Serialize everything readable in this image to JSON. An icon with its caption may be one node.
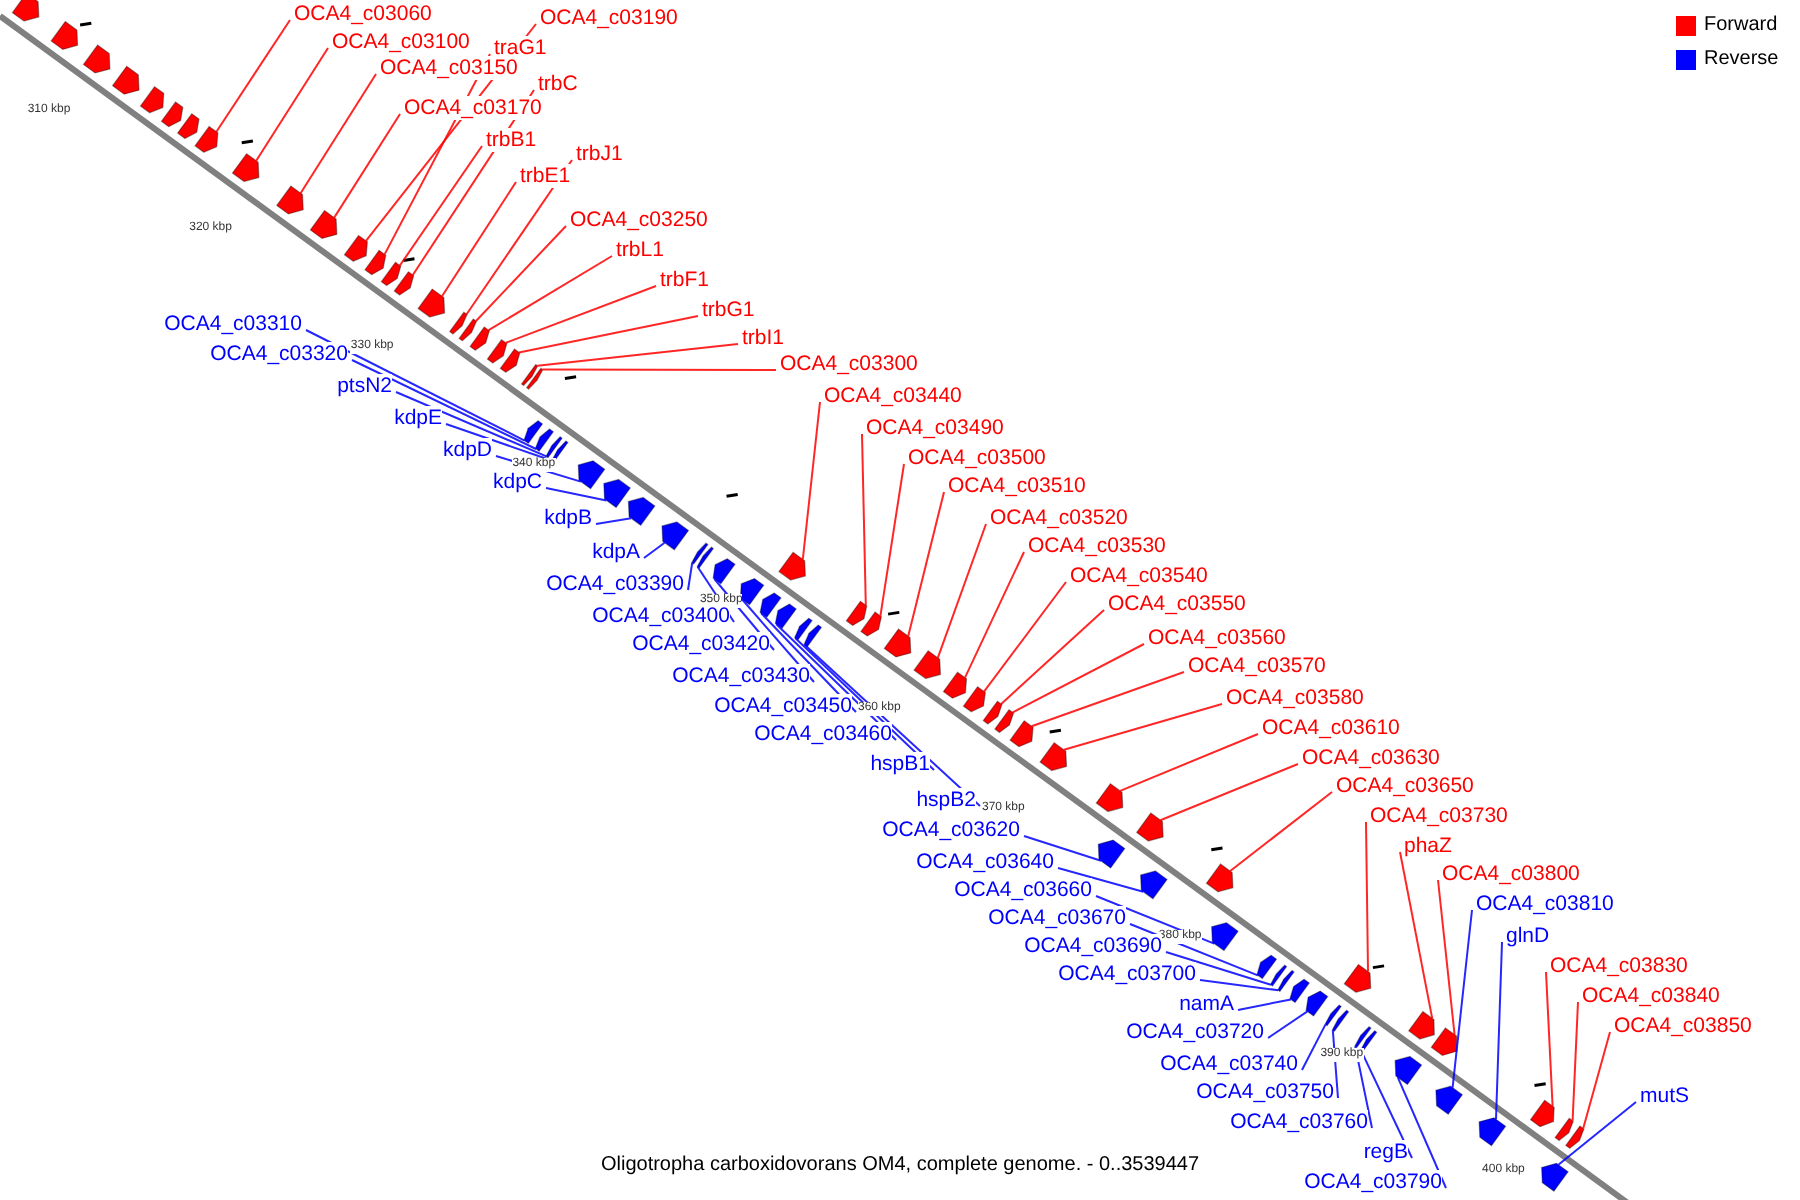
{
  "diagram": {
    "caption": "Oligotropha carboxidovorans OM4, complete genome. - 0..3539447",
    "nodes": [
      {
        "text": [
          "OCA4_c03060"
        ]
      },
      {
        "text": [
          "OCA4_c03100"
        ]
      },
      {
        "text": [
          "OCA4_c03190"
        ]
      },
      {
        "text": [
          "traG1"
        ]
      },
      {
        "text": [
          "OCA4_c03150"
        ]
      },
      {
        "text": [
          "trbC"
        ]
      },
      {
        "text": [
          "OCA4_c03170"
        ]
      },
      {
        "text": [
          "trbB1"
        ]
      },
      {
        "text": [
          "trbJ1"
        ]
      },
      {
        "text": [
          "trbE1"
        ]
      },
      {
        "text": [
          "OCA4_c03250"
        ]
      },
      {
        "text": [
          "trbL1"
        ]
      },
      {
        "text": [
          "trbF1"
        ]
      },
      {
        "text": [
          "trbG1"
        ]
      },
      {
        "text": [
          "trbI1"
        ]
      },
      {
        "text": [
          "OCA4_c03300"
        ]
      },
      {
        "text": [
          "OCA4_c03440"
        ]
      },
      {
        "text": [
          "OCA4_c03490"
        ]
      },
      {
        "text": [
          "OCA4_c03500"
        ]
      },
      {
        "text": [
          "OCA4_c03510"
        ]
      },
      {
        "text": [
          "OCA4_c03520"
        ]
      },
      {
        "text": [
          "OCA4_c03530"
        ]
      },
      {
        "text": [
          "OCA4_c03540"
        ]
      },
      {
        "text": [
          "OCA4_c03550"
        ]
      },
      {
        "text": [
          "OCA4_c03560"
        ]
      },
      {
        "text": [
          "OCA4_c03570"
        ]
      },
      {
        "text": [
          "OCA4_c03580"
        ]
      },
      {
        "text": [
          "OCA4_c03610"
        ]
      },
      {
        "text": [
          "OCA4_c03630"
        ]
      },
      {
        "text": [
          "OCA4_c03650"
        ]
      },
      {
        "text": [
          "OCA4_c03730"
        ]
      },
      {
        "text": [
          "phaZ"
        ]
      },
      {
        "text": [
          "OCA4_c03800"
        ]
      },
      {
        "text": [
          "OCA4_c03830"
        ]
      },
      {
        "text": [
          "OCA4_c03840"
        ]
      },
      {
        "text": [
          "OCA4_c03850"
        ]
      },
      {
        "text": [
          "OCA4_c03310"
        ]
      },
      {
        "text": [
          "OCA4_c03320"
        ]
      },
      {
        "text": [
          "ptsN2"
        ]
      },
      {
        "text": [
          "kdpE"
        ]
      },
      {
        "text": [
          "kdpD"
        ]
      },
      {
        "text": [
          "kdpC"
        ]
      },
      {
        "text": [
          "kdpB"
        ]
      },
      {
        "text": [
          "kdpA"
        ]
      },
      {
        "text": [
          "OCA4_c03390"
        ]
      },
      {
        "text": [
          "OCA4_c03400"
        ]
      },
      {
        "text": [
          "OCA4_c03420"
        ]
      },
      {
        "text": [
          "OCA4_c03430"
        ]
      },
      {
        "text": [
          "OCA4_c03450"
        ]
      },
      {
        "text": [
          "OCA4_c03460"
        ]
      },
      {
        "text": [
          "hspB1"
        ]
      },
      {
        "text": [
          "hspB2"
        ]
      },
      {
        "text": [
          "OCA4_c03620"
        ]
      },
      {
        "text": [
          "OCA4_c03640"
        ]
      },
      {
        "text": [
          "OCA4_c03660"
        ]
      },
      {
        "text": [
          "OCA4_c03670"
        ]
      },
      {
        "text": [
          "OCA4_c03690"
        ]
      },
      {
        "text": [
          "OCA4_c03700"
        ]
      },
      {
        "text": [
          "namA"
        ]
      },
      {
        "text": [
          "OCA4_c03720"
        ]
      },
      {
        "text": [
          "OCA4_c03740"
        ]
      },
      {
        "text": [
          "OCA4_c03750"
        ]
      },
      {
        "text": [
          "OCA4_c03760"
        ]
      },
      {
        "text": [
          "regB"
        ]
      },
      {
        "text": [
          "OCA4_c03790"
        ]
      },
      {
        "text": [
          "OCA4_c03810"
        ]
      },
      {
        "text": [
          "glnD"
        ]
      },
      {
        "text": [
          "mutS"
        ]
      },
      {
        "text": [],
        "shape": "arrow"
      },
      {
        "text": [],
        "shape": "arrow"
      },
      {
        "text": [],
        "shape": "arrow"
      },
      {
        "text": [],
        "shape": "arrow"
      },
      {
        "text": [],
        "shape": "arrow"
      },
      {
        "text": [],
        "shape": "arrow"
      },
      {
        "text": [],
        "shape": "arrow"
      },
      {
        "text": [],
        "shape": "arrow"
      },
      {
        "text": [],
        "shape": "arrow"
      },
      {
        "text": [],
        "shape": "arrow"
      },
      {
        "text": [],
        "shape": "arrow"
      },
      {
        "text": [],
        "shape": "arrow"
      },
      {
        "text": [],
        "shape": "arrow"
      },
      {
        "text": [],
        "shape": "arrow"
      },
      {
        "text": [],
        "shape": "arrow"
      },
      {
        "text": [],
        "shape": "arrow"
      },
      {
        "text": [],
        "shape": "arrow"
      },
      {
        "text": [],
        "shape": "arrow"
      },
      {
        "text": [],
        "shape": "arrow"
      },
      {
        "text": [],
        "shape": "arrow"
      },
      {
        "text": [],
        "shape": "arrow"
      },
      {
        "text": [],
        "shape": "arrow"
      },
      {
        "text": [],
        "shape": "arrow"
      },
      {
        "text": [],
        "shape": "arrow"
      },
      {
        "text": [],
        "shape": "arrow"
      },
      {
        "text": [],
        "shape": "arrow"
      },
      {
        "text": [],
        "shape": "arrow"
      },
      {
        "text": [],
        "shape": "arrow"
      },
      {
        "text": [],
        "shape": "arrow"
      },
      {
        "text": [],
        "shape": "arrow"
      },
      {
        "text": [],
        "shape": "arrow"
      },
      {
        "text": [],
        "shape": "arrow"
      },
      {
        "text": [],
        "shape": "arrow"
      },
      {
        "text": [],
        "shape": "arrow"
      },
      {
        "text": [],
        "shape": "arrow"
      },
      {
        "text": [],
        "shape": "arrow"
      },
      {
        "text": [],
        "shape": "arrow"
      },
      {
        "text": [],
        "shape": "arrow"
      },
      {
        "text": [],
        "shape": "arrow"
      },
      {
        "text": [],
        "shape": "arrow"
      },
      {
        "text": [],
        "shape": "arrow"
      },
      {
        "text": [],
        "shape": "arrow"
      },
      {
        "text": [],
        "shape": "arrow"
      },
      {
        "text": [],
        "shape": "arrow"
      },
      {
        "text": [],
        "shape": "arrow"
      },
      {
        "text": [],
        "shape": "arrow"
      },
      {
        "text": [],
        "shape": "arrow"
      },
      {
        "text": [],
        "shape": "arrow"
      },
      {
        "text": [],
        "shape": "arrow"
      },
      {
        "text": [],
        "shape": "arrow"
      },
      {
        "text": [],
        "shape": "arrow"
      },
      {
        "text": [],
        "shape": "arrow"
      },
      {
        "text": [],
        "shape": "arrow"
      },
      {
        "text": [],
        "shape": "arrow"
      },
      {
        "text": [],
        "shape": "arrow"
      },
      {
        "text": [],
        "shape": "arrow"
      },
      {
        "text": [],
        "shape": "arrow"
      },
      {
        "text": [],
        "shape": "arrow"
      },
      {
        "text": [],
        "shape": "arrow"
      },
      {
        "text": [],
        "shape": "arrow"
      },
      {
        "text": [],
        "shape": "arrow"
      },
      {
        "text": [],
        "shape": "arrow"
      },
      {
        "text": [],
        "shape": "arrow"
      },
      {
        "text": [],
        "shape": "arrow"
      },
      {
        "text": [],
        "shape": "arrow"
      },
      {
        "text": [],
        "shape": "arrow"
      },
      {
        "text": [],
        "shape": "arrow"
      },
      {
        "text": [],
        "shape": "arrow"
      },
      {
        "text": [],
        "shape": "arrow"
      },
      {
        "text": [],
        "shape": "arrow"
      },
      {
        "text": [],
        "shape": "arrow"
      },
      {
        "text": [],
        "shape": "arrow"
      },
      {
        "text": [],
        "shape": "arrow"
      },
      {
        "text": [],
        "shape": "arrow"
      },
      {
        "text": [],
        "shape": "arrow"
      }
    ],
    "edges": [
      {
        "from": 0,
        "to": 68,
        "arrow": "none"
      },
      {
        "from": 1,
        "to": 69,
        "arrow": "none"
      },
      {
        "from": 2,
        "to": 70,
        "arrow": "none"
      },
      {
        "from": 3,
        "to": 71,
        "arrow": "none"
      },
      {
        "from": 4,
        "to": 72,
        "arrow": "none"
      },
      {
        "from": 5,
        "to": 73,
        "arrow": "none"
      },
      {
        "from": 6,
        "to": 74,
        "arrow": "none"
      },
      {
        "from": 7,
        "to": 75,
        "arrow": "none"
      },
      {
        "from": 8,
        "to": 76,
        "arrow": "none"
      },
      {
        "from": 9,
        "to": 77,
        "arrow": "none"
      },
      {
        "from": 10,
        "to": 78,
        "arrow": "none"
      },
      {
        "from": 11,
        "to": 79,
        "arrow": "none"
      },
      {
        "from": 12,
        "to": 80,
        "arrow": "none"
      },
      {
        "from": 13,
        "to": 81,
        "arrow": "none"
      },
      {
        "from": 14,
        "to": 82,
        "arrow": "none"
      },
      {
        "from": 15,
        "to": 83,
        "arrow": "none"
      },
      {
        "from": 16,
        "to": 84,
        "arrow": "none"
      },
      {
        "from": 17,
        "to": 85,
        "arrow": "none"
      },
      {
        "from": 18,
        "to": 86,
        "arrow": "none"
      },
      {
        "from": 19,
        "to": 87,
        "arrow": "none"
      },
      {
        "from": 20,
        "to": 88,
        "arrow": "none"
      },
      {
        "from": 21,
        "to": 89,
        "arrow": "none"
      },
      {
        "from": 22,
        "to": 90,
        "arrow": "none"
      },
      {
        "from": 23,
        "to": 91,
        "arrow": "none"
      },
      {
        "from": 24,
        "to": 92,
        "arrow": "none"
      },
      {
        "from": 25,
        "to": 93,
        "arrow": "none"
      },
      {
        "from": 26,
        "to": 94,
        "arrow": "none"
      },
      {
        "from": 27,
        "to": 95,
        "arrow": "none"
      },
      {
        "from": 28,
        "to": 96,
        "arrow": "none"
      },
      {
        "from": 29,
        "to": 97,
        "arrow": "none"
      },
      {
        "from": 30,
        "to": 98,
        "arrow": "none"
      },
      {
        "from": 31,
        "to": 99,
        "arrow": "none"
      },
      {
        "from": 32,
        "to": 100,
        "arrow": "none"
      },
      {
        "from": 33,
        "to": 101,
        "arrow": "none"
      },
      {
        "from": 34,
        "to": 102,
        "arrow": "none"
      },
      {
        "from": 35,
        "to": 103,
        "arrow": "none"
      },
      {
        "from": 36,
        "to": 104,
        "arrow": "none",
        "color": "#0000ff"
      },
      {
        "from": 37,
        "to": 105,
        "arrow": "none",
        "color": "#0000ff"
      },
      {
        "from": 38,
        "to": 106,
        "arrow": "none",
        "color": "#0000ff"
      },
      {
        "from": 39,
        "to": 107,
        "arrow": "none",
        "color": "#0000ff"
      },
      {
        "from": 40,
        "to": 108,
        "arrow": "none",
        "color": "#0000ff"
      },
      {
        "from": 41,
        "to": 109,
        "arrow": "none",
        "color": "#0000ff"
      },
      {
        "from": 42,
        "to": 110,
        "arrow": "none",
        "color": "#0000ff"
      },
      {
        "from": 43,
        "to": 111,
        "arrow": "none",
        "color": "#0000ff"
      },
      {
        "from": 44,
        "to": 112,
        "arrow": "none",
        "color": "#0000ff"
      },
      {
        "from": 45,
        "to": 113,
        "arrow": "none",
        "color": "#0000ff"
      },
      {
        "from": 46,
        "to": 114,
        "arrow": "none",
        "color": "#0000ff"
      },
      {
        "from": 47,
        "to": 115,
        "arrow": "none",
        "color": "#0000ff"
      },
      {
        "from": 48,
        "to": 116,
        "arrow": "none",
        "color": "#0000ff"
      },
      {
        "from": 49,
        "to": 117,
        "arrow": "none",
        "color": "#0000ff"
      },
      {
        "from": 50,
        "to": 118,
        "arrow": "none",
        "color": "#0000ff"
      },
      {
        "from": 51,
        "to": 119,
        "arrow": "none",
        "color": "#0000ff"
      },
      {
        "from": 52,
        "to": 120,
        "arrow": "none",
        "color": "#0000ff"
      },
      {
        "from": 53,
        "to": 121,
        "arrow": "none",
        "color": "#0000ff"
      },
      {
        "from": 54,
        "to": 122,
        "arrow": "none",
        "color": "#0000ff"
      },
      {
        "from": 55,
        "to": 123,
        "arrow": "none",
        "color": "#0000ff"
      },
      {
        "from": 56,
        "to": 124,
        "arrow": "none",
        "color": "#0000ff"
      },
      {
        "from": 57,
        "to": 125,
        "arrow": "none",
        "color": "#0000ff"
      },
      {
        "from": 58,
        "to": 126,
        "arrow": "none",
        "color": "#0000ff"
      },
      {
        "from": 59,
        "to": 127,
        "arrow": "none",
        "color": "#0000ff"
      },
      {
        "from": 60,
        "to": 128,
        "arrow": "none",
        "color": "#0000ff"
      },
      {
        "from": 61,
        "to": 129,
        "arrow": "none",
        "color": "#0000ff"
      },
      {
        "from": 62,
        "to": 130,
        "arrow": "none",
        "color": "#0000ff"
      },
      {
        "from": 63,
        "to": 131,
        "arrow": "none",
        "color": "#0000ff"
      },
      {
        "from": 64,
        "to": 132,
        "arrow": "none",
        "color": "#0000ff"
      },
      {
        "from": 65,
        "to": 133,
        "arrow": "none",
        "color": "#0000ff"
      },
      {
        "from": 66,
        "to": 134,
        "arrow": "none",
        "color": "#0000ff"
      },
      {
        "from": 67,
        "to": 135,
        "arrow": "none",
        "color": "#0000ff"
      }
    ],
    "labels": [
      "310 kbp",
      "320 kbp",
      "330 kbp",
      "340 kbp",
      "350 kbp",
      "360 kbp",
      "370 kbp",
      "380 kbp",
      "390 kbp",
      "400 kbp"
    ],
    "legend": [
      {
        "text": "Forward",
        "color": "#ff0000"
      },
      {
        "text": "Reverse",
        "color": "#0000ff"
      }
    ]
  }
}
